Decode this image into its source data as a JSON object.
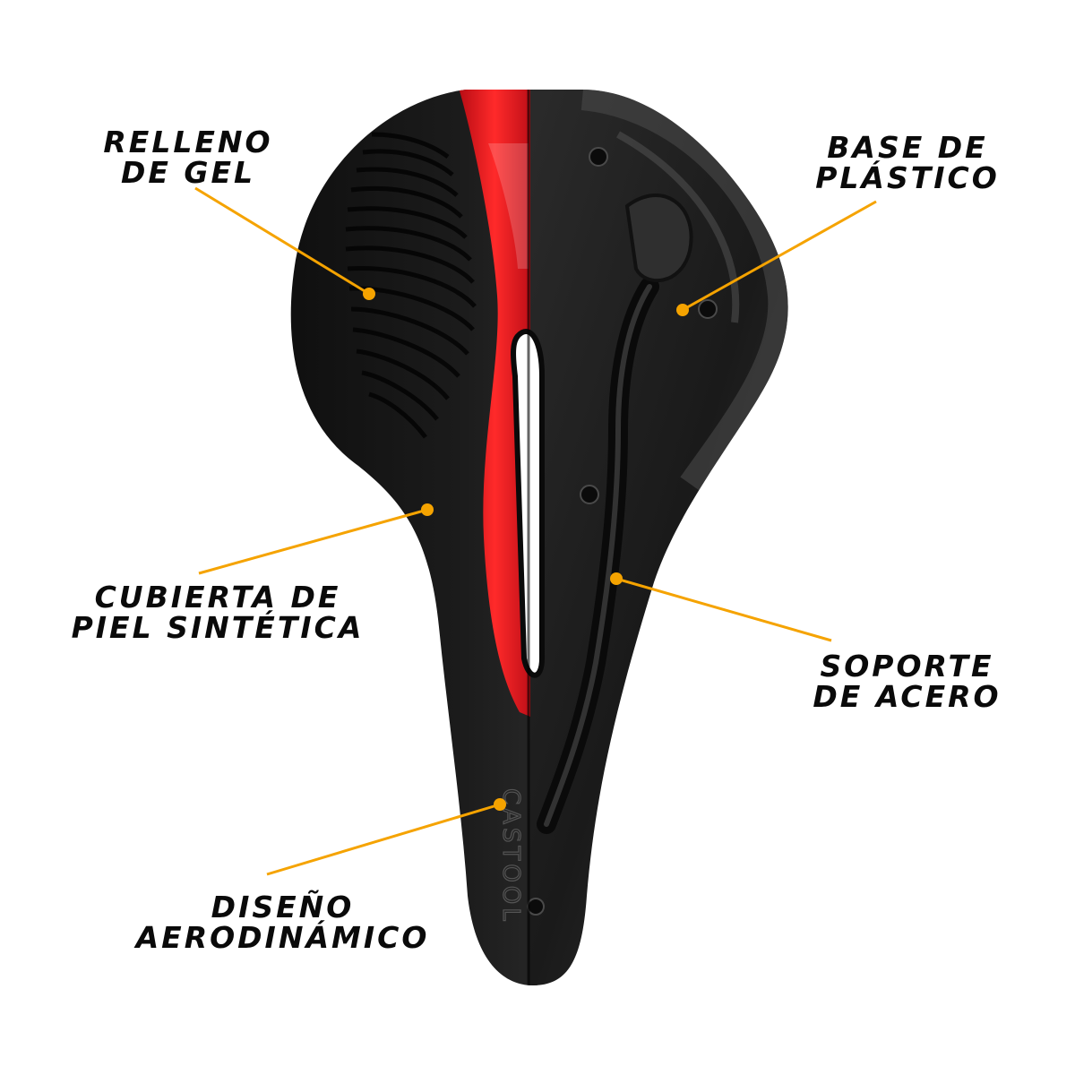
{
  "labels": {
    "gel": {
      "line1": "RELLENO",
      "line2": "DE GEL"
    },
    "plastic": {
      "line1": "BASE DE",
      "line2": "PLÁSTICO"
    },
    "cover": {
      "line1": "CUBIERTA DE",
      "line2": "PIEL SINTÉTICA"
    },
    "steel": {
      "line1": "SOPORTE",
      "line2": "DE ACERO"
    },
    "aero": {
      "line1": "DISEÑO",
      "line2": "AERODINÁMICO"
    }
  },
  "brand_text": "CASTOOL",
  "colors": {
    "leader_line": "#f5a300",
    "accent_red": "#e3121b",
    "saddle_black": "#151515",
    "label_text": "#0a0a0a"
  }
}
